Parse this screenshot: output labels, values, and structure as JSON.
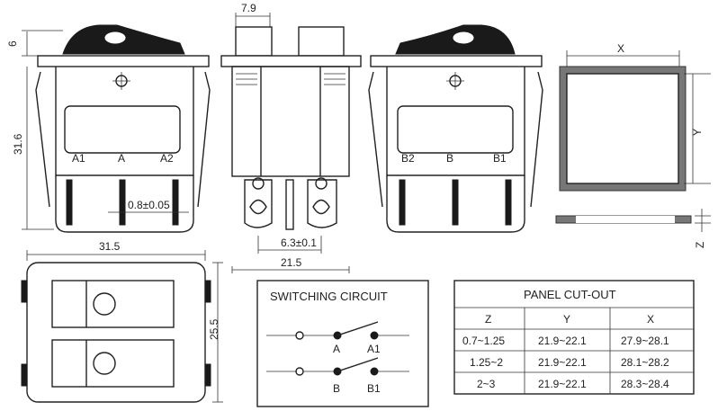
{
  "dimensions": {
    "top_height": "6",
    "body_height": "31.6",
    "terminal_width": "7.9",
    "terminal_thickness": "0.8±0.05",
    "terminal_pitch": "6.3±0.1",
    "side_depth": "21.5",
    "front_width": "31.5",
    "front_height": "25.5",
    "cutout_x": "X",
    "cutout_y": "Y",
    "cutout_z": "Z"
  },
  "terminals_front": [
    "A1",
    "A",
    "A2"
  ],
  "terminals_back": [
    "B2",
    "B",
    "B1"
  ],
  "circuit": {
    "title": "SWITCHING CIRCUIT",
    "labels": [
      "A",
      "A1",
      "B",
      "B1"
    ]
  },
  "panel_cutout": {
    "title": "PANEL CUT-OUT",
    "headers": [
      "Z",
      "Y",
      "X"
    ],
    "rows": [
      [
        "0.7~1.25",
        "21.9~22.1",
        "27.9~28.1"
      ],
      [
        "1.25~2",
        "21.9~22.1",
        "28.1~28.2"
      ],
      [
        "2~3",
        "21.9~22.1",
        "28.3~28.4"
      ]
    ]
  }
}
